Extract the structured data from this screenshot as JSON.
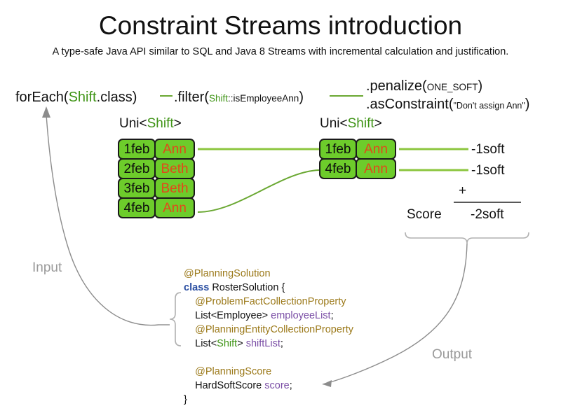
{
  "header": {
    "title": "Constraint Streams introduction",
    "subtitle": "A type-safe Java API similar to SQL and Java 8 Streams with incremental calculation and justification."
  },
  "pipeline": {
    "foreach": {
      "prefix": "forEach(",
      "type": "Shift",
      "suffix": ".class)"
    },
    "filter": {
      "prefix": ".filter(",
      "type": "Shift",
      "method": "::isEmployeeAnn",
      "suffix": ")"
    },
    "penalize": {
      "prefix": ".penalize(",
      "arg": "ONE_SOFT",
      "suffix": ")"
    },
    "asconstraint": {
      "prefix": ".asConstraint(",
      "arg": "\"Don't assign Ann\"",
      "suffix": ")"
    }
  },
  "streams": [
    {
      "label_prefix": "Uni<",
      "label_type": "Shift",
      "label_suffix": ">",
      "columns": [
        "date",
        "employee"
      ],
      "rows": [
        {
          "date": "1feb",
          "employee": "Ann"
        },
        {
          "date": "2feb",
          "employee": "Beth"
        },
        {
          "date": "3feb",
          "employee": "Beth"
        },
        {
          "date": "4feb",
          "employee": "Ann"
        }
      ]
    },
    {
      "label_prefix": "Uni<",
      "label_type": "Shift",
      "label_suffix": ">",
      "columns": [
        "date",
        "employee"
      ],
      "rows": [
        {
          "date": "1feb",
          "employee": "Ann"
        },
        {
          "date": "4feb",
          "employee": "Ann"
        }
      ]
    }
  ],
  "score": {
    "penalties": [
      "-1soft",
      "-1soft"
    ],
    "operator": "+",
    "label": "Score",
    "total": "-2soft"
  },
  "code": {
    "lines": [
      {
        "indent": 0,
        "parts": [
          {
            "text": "@PlanningSolution",
            "style": "anno"
          }
        ]
      },
      {
        "indent": 0,
        "parts": [
          {
            "text": "class",
            "style": "kw"
          },
          {
            "text": " RosterSolution {",
            "style": "plain"
          }
        ]
      },
      {
        "indent": 1,
        "parts": [
          {
            "text": "@ProblemFactCollectionProperty",
            "style": "anno"
          }
        ]
      },
      {
        "indent": 1,
        "parts": [
          {
            "text": "List<Employee> ",
            "style": "plain"
          },
          {
            "text": "employeeList",
            "style": "fld"
          },
          {
            "text": ";",
            "style": "plain"
          }
        ]
      },
      {
        "indent": 1,
        "parts": [
          {
            "text": "@PlanningEntityCollectionProperty",
            "style": "anno"
          }
        ]
      },
      {
        "indent": 1,
        "parts": [
          {
            "text": "List<",
            "style": "plain"
          },
          {
            "text": "Shift",
            "style": "gsh"
          },
          {
            "text": "> ",
            "style": "plain"
          },
          {
            "text": "shiftList",
            "style": "fld"
          },
          {
            "text": ";",
            "style": "plain"
          }
        ]
      },
      {
        "indent": 0,
        "parts": [
          {
            "text": " ",
            "style": "plain"
          }
        ]
      },
      {
        "indent": 1,
        "parts": [
          {
            "text": "@PlanningScore",
            "style": "anno"
          }
        ]
      },
      {
        "indent": 1,
        "parts": [
          {
            "text": "HardSoftScore ",
            "style": "plain"
          },
          {
            "text": "score",
            "style": "fld"
          },
          {
            "text": ";",
            "style": "plain"
          }
        ]
      },
      {
        "indent": 0,
        "parts": [
          {
            "text": "}",
            "style": "plain"
          }
        ]
      }
    ]
  },
  "annotations": {
    "input_label": "Input",
    "output_label": "Output"
  },
  "colors": {
    "box_fill": "#6dcc2b",
    "box_border": "#1a1a1a",
    "employee_text": "#e2481a",
    "type_green": "#3f9416",
    "connector_green": "#8cc63f",
    "annotation_gold": "#9c7a1b",
    "keyword_blue": "#2b4fa2",
    "field_purple": "#7b4fa6",
    "grey_label": "#9a9a9a"
  }
}
